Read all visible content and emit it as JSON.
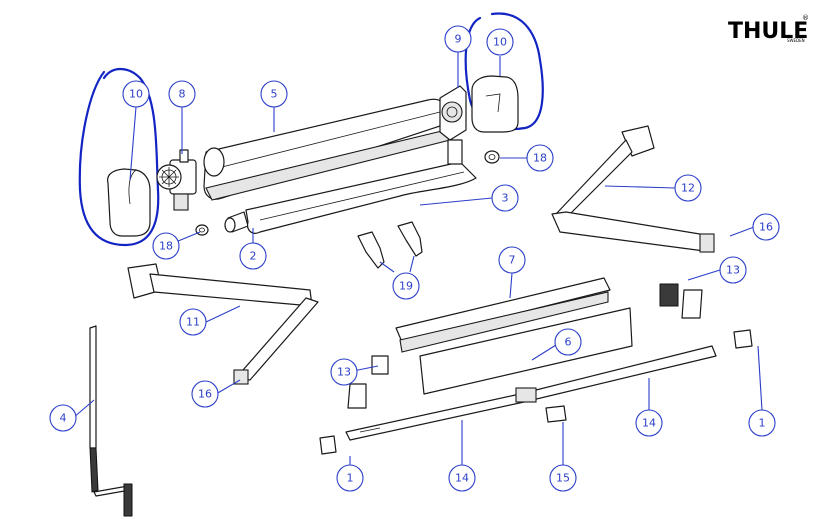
{
  "brand": {
    "name": "THULE",
    "sub": "SWEDEN",
    "registered": "®"
  },
  "callouts": {
    "c1a": "1",
    "c1b": "1",
    "c2": "2",
    "c3": "3",
    "c4": "4",
    "c5": "5",
    "c6": "6",
    "c7": "7",
    "c8": "8",
    "c9": "9",
    "c10a": "10",
    "c10b": "10",
    "c11": "11",
    "c12": "12",
    "c13a": "13",
    "c13b": "13",
    "c14a": "14",
    "c14b": "14",
    "c15": "15",
    "c16a": "16",
    "c16b": "16",
    "c18a": "18",
    "c18b": "18",
    "c19": "19"
  },
  "colors": {
    "callout": "#2b3fc9",
    "highlight": "#1224c4",
    "line": "#1a1a1a"
  }
}
